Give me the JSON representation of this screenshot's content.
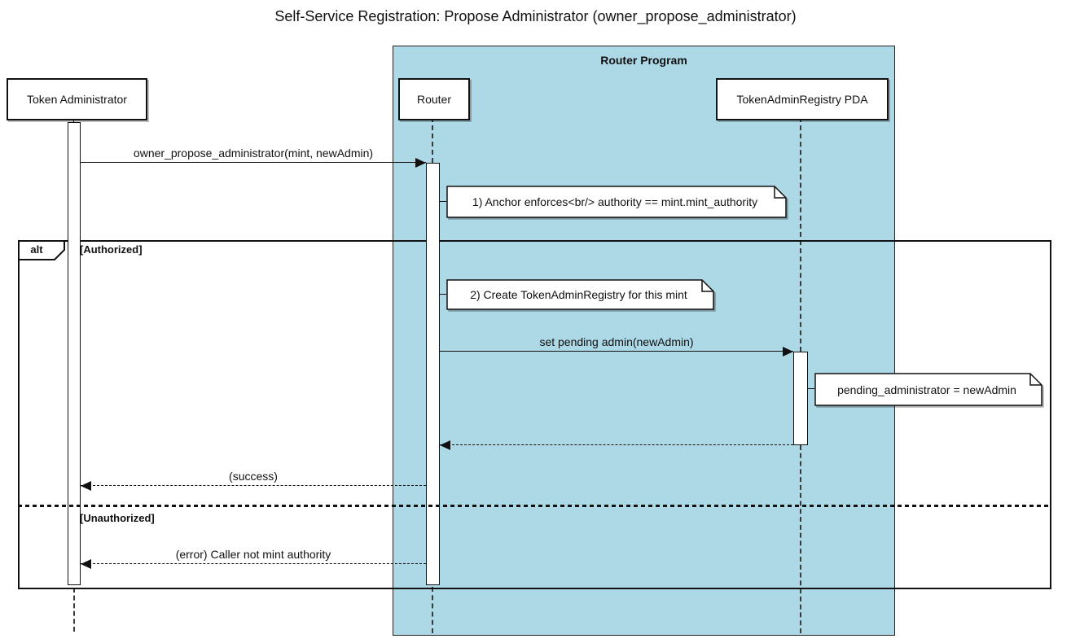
{
  "title": "Self-Service Registration: Propose Administrator (owner_propose_administrator)",
  "colors": {
    "program_container_fill": "#ADD8E6",
    "line_color": "#111111",
    "note_fill": "#ffffff",
    "participant_fill": "#ffffff"
  },
  "program_container": {
    "label": "Router Program"
  },
  "participants": [
    {
      "id": "token-administrator",
      "label": "Token Administrator"
    },
    {
      "id": "router",
      "label": "Router"
    },
    {
      "id": "token-admin-registry-pda",
      "label": "TokenAdminRegistry PDA"
    }
  ],
  "alt_frame": {
    "operator": "alt",
    "sections": [
      {
        "guard": "[Authorized]"
      },
      {
        "guard": "[Unauthorized]"
      }
    ]
  },
  "messages": [
    {
      "from": "token-administrator",
      "to": "router",
      "label": "owner_propose_administrator(mint, newAdmin)",
      "style": "solid"
    },
    {
      "from": "router",
      "to": "token-admin-registry-pda",
      "label": "set pending admin(newAdmin)",
      "style": "solid"
    },
    {
      "from": "token-admin-registry-pda",
      "to": "router",
      "label": "",
      "style": "dashed-return"
    },
    {
      "from": "router",
      "to": "token-administrator",
      "label": "(success)",
      "style": "dashed-return"
    },
    {
      "from": "router",
      "to": "token-administrator",
      "label": "(error) Caller not mint authority",
      "style": "dashed-return"
    }
  ],
  "notes": [
    {
      "text": "1) Anchor enforces<br/> authority == mint.mint_authority"
    },
    {
      "text": "2) Create TokenAdminRegistry for this mint"
    },
    {
      "text": "pending_administrator = newAdmin"
    }
  ]
}
